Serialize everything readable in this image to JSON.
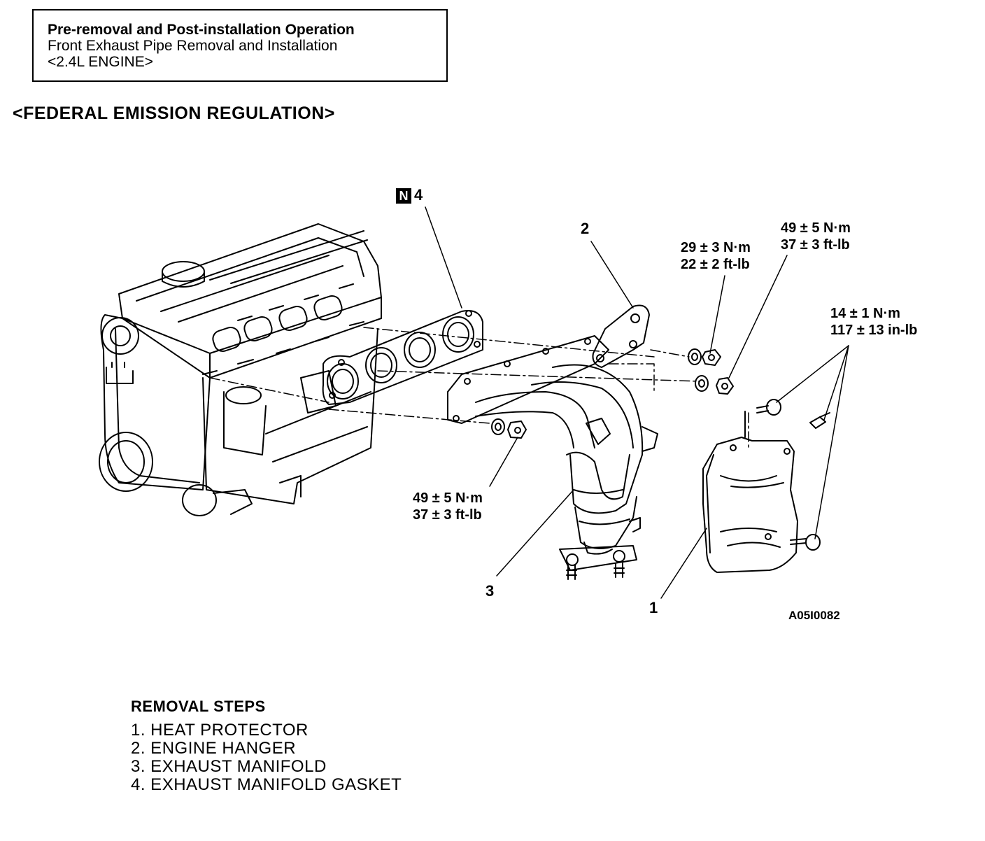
{
  "header_box": {
    "line1": "Pre-removal and Post-installation Operation",
    "line2": "Front Exhaust Pipe Removal and Installation",
    "line3": "<2.4L ENGINE>"
  },
  "section_title": "<FEDERAL EMISSION REGULATION>",
  "callouts": {
    "c1": "1",
    "c2": "2",
    "c3": "3",
    "c4_badge": "N",
    "c4": "4"
  },
  "torques": {
    "t_hanger_nut": {
      "metric": "29 ± 3 N·m",
      "imperial": "22 ± 2 ft-lb"
    },
    "t_upper_nut": {
      "metric": "49 ± 5 N·m",
      "imperial": "37 ± 3 ft-lb"
    },
    "t_heat_bolts": {
      "metric": "14 ± 1 N·m",
      "imperial": "117 ± 13 in-lb"
    },
    "t_lower_nut": {
      "metric": "49 ± 5 N·m",
      "imperial": "37 ± 3 ft-lb"
    }
  },
  "figure_id": "A05I0082",
  "removal_steps": {
    "title": "REMOVAL STEPS",
    "items": [
      "1. HEAT PROTECTOR",
      "2. ENGINE HANGER",
      "3. EXHAUST MANIFOLD",
      "4. EXHAUST MANIFOLD GASKET"
    ]
  }
}
